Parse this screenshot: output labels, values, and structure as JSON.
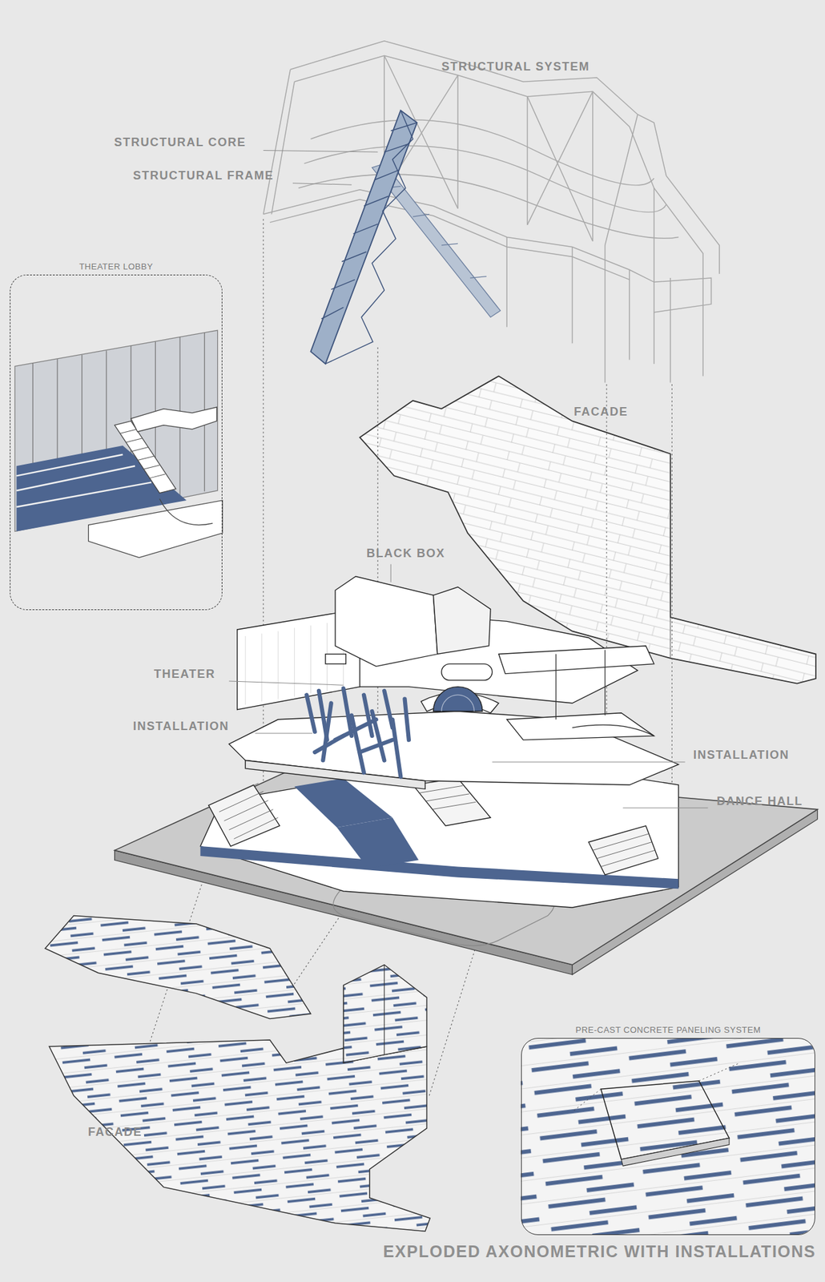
{
  "diagram": {
    "title": "EXPLODED AXONOMETRIC WITH INSTALLATIONS",
    "nodes": [
      {
        "text": [
          "THEATER LOBBY"
        ]
      },
      {
        "text": [
          "PRE-CAST CONCRETE PANELING SYSTEM"
        ]
      }
    ],
    "labels": [
      "STRUCTURAL SYSTEM",
      "STRUCTURAL CORE",
      "STRUCTURAL FRAME",
      "FACADE",
      "BLACK BOX",
      "THEATER",
      "INSTALLATION",
      "INSTALLATION",
      "DANCE HALL",
      "FACADE"
    ]
  }
}
